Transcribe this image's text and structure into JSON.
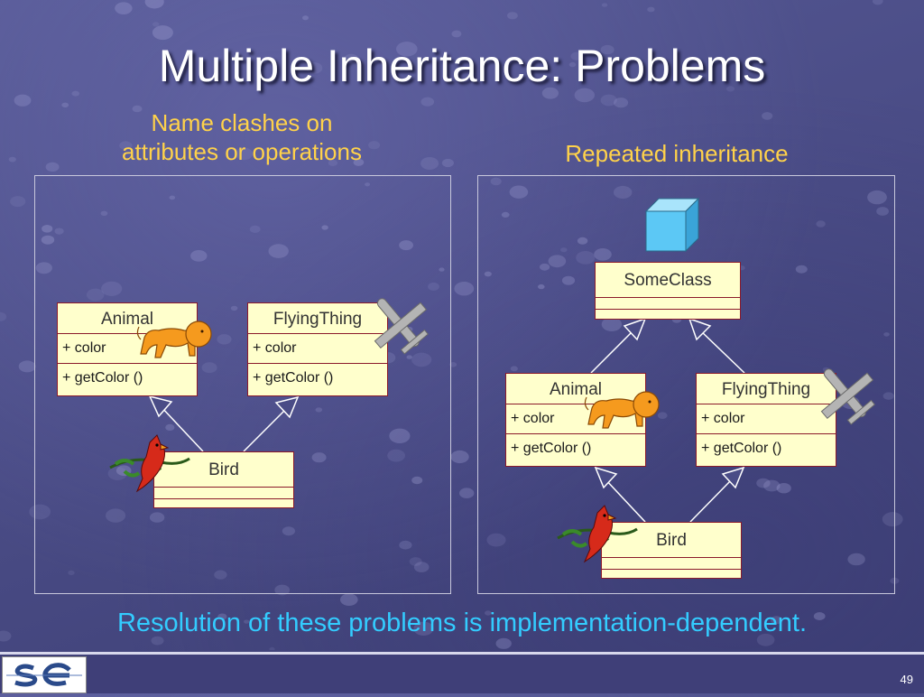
{
  "slide": {
    "title": "Multiple Inheritance: Problems",
    "page_number": "49",
    "footer_note": "Resolution of these problems is implementation-dependent."
  },
  "left_panel": {
    "heading": "Name clashes on\nattributes or operations",
    "animal": {
      "name": "Animal",
      "attribute": "+ color",
      "operation": "+ getColor ()"
    },
    "flying": {
      "name": "FlyingThing",
      "attribute": "+ color",
      "operation": "+ getColor ()"
    },
    "bird": {
      "name": "Bird"
    }
  },
  "right_panel": {
    "heading": "Repeated inheritance",
    "someclass": {
      "name": "SomeClass"
    },
    "animal": {
      "name": "Animal",
      "attribute": "+ color",
      "operation": "+ getColor ()"
    },
    "flying": {
      "name": "FlyingThing",
      "attribute": "+ color",
      "operation": "+ getColor ()"
    },
    "bird": {
      "name": "Bird"
    }
  },
  "icons": [
    "lion-icon",
    "airplane-icon",
    "bird-icon",
    "cube-icon",
    "se-logo"
  ],
  "colors": {
    "heading": "#ffd24a",
    "note": "#33ccff",
    "class_fill": "#ffffcc",
    "class_border": "#8b1a2a",
    "lion": "#f59a1e",
    "cube": "#5cc8f5"
  }
}
